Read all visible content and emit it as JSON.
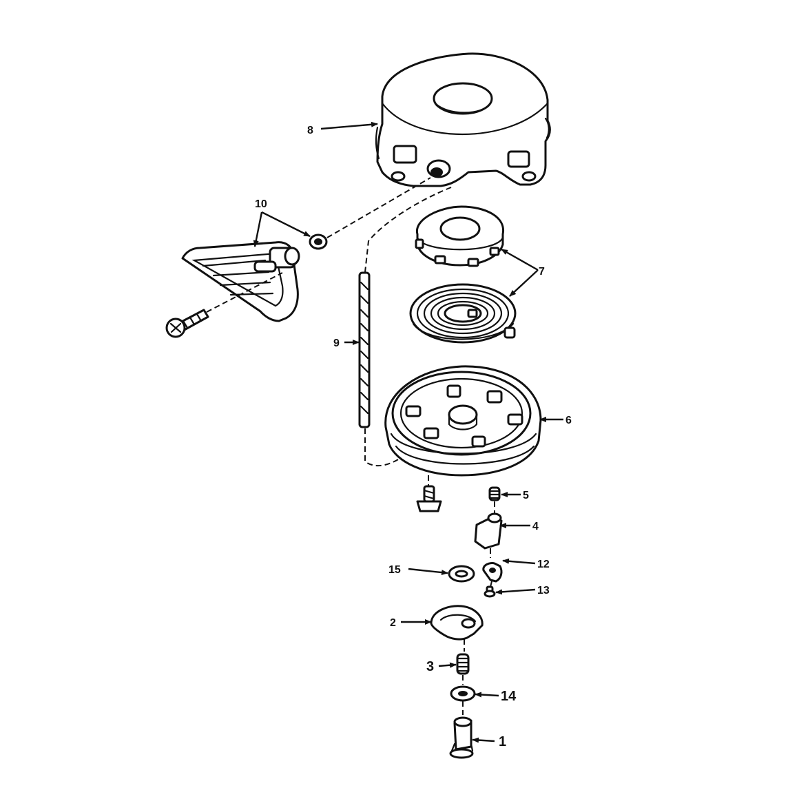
{
  "callouts": {
    "c1": "1",
    "c2": "2",
    "c3": "3",
    "c4": "4",
    "c5": "5",
    "c6": "6",
    "c7": "7",
    "c8": "8",
    "c9": "9",
    "c10": "10",
    "c12": "12",
    "c13": "13",
    "c14": "14",
    "c15": "15"
  },
  "colors": {
    "line": "#111111",
    "background": "#ffffff"
  }
}
